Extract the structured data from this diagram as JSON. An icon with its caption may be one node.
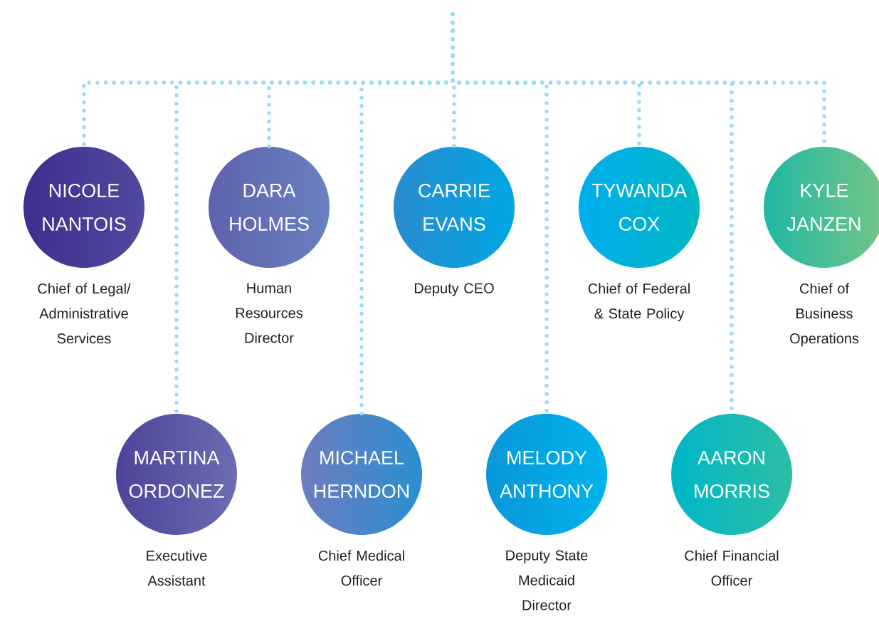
{
  "diagram": {
    "nodes": [
      {
        "text": [
          "NICOLE NANTOIS"
        ],
        "beside": [
          "Chief of Legal/ Administrative Services"
        ]
      },
      {
        "text": [
          "DARA HOLMES"
        ],
        "beside": [
          "Human Resources Director"
        ]
      },
      {
        "text": [
          "CARRIE EVANS"
        ],
        "beside": [
          "Deputy CEO"
        ]
      },
      {
        "text": [
          "TYWANDA COX"
        ],
        "beside": [
          "Chief of Federal & State Policy"
        ]
      },
      {
        "text": [
          "KYLE JANZEN"
        ],
        "beside": [
          "Chief of Business Operations"
        ]
      },
      {
        "text": [
          "MARTINA ORDONEZ"
        ],
        "beside": [
          "Executive Assistant"
        ]
      },
      {
        "text": [
          "MICHAEL HERNDON"
        ],
        "beside": [
          "Chief Medical Officer"
        ]
      },
      {
        "text": [
          "MELODY ANTHONY"
        ],
        "beside": [
          "Deputy State Medicaid Director"
        ]
      },
      {
        "text": [
          "AARON MORRIS"
        ],
        "beside": [
          "Chief Financial Officer"
        ]
      }
    ],
    "edges": [
      {
        "from": null,
        "to": 0,
        "arrow": "none",
        "style": "dashed"
      },
      {
        "from": null,
        "to": 5,
        "arrow": "none",
        "style": "dashed"
      },
      {
        "from": null,
        "to": 1,
        "arrow": "none",
        "style": "dashed"
      },
      {
        "from": null,
        "to": 6,
        "arrow": "none",
        "style": "dashed"
      },
      {
        "from": null,
        "to": 2,
        "arrow": "none",
        "style": "dashed"
      },
      {
        "from": null,
        "to": 7,
        "arrow": "none",
        "style": "dashed"
      },
      {
        "from": null,
        "to": 3,
        "arrow": "none",
        "style": "dashed"
      },
      {
        "from": null,
        "to": 8,
        "arrow": "none",
        "style": "dashed"
      },
      {
        "from": null,
        "to": 4,
        "arrow": "none",
        "style": "dashed"
      }
    ]
  }
}
